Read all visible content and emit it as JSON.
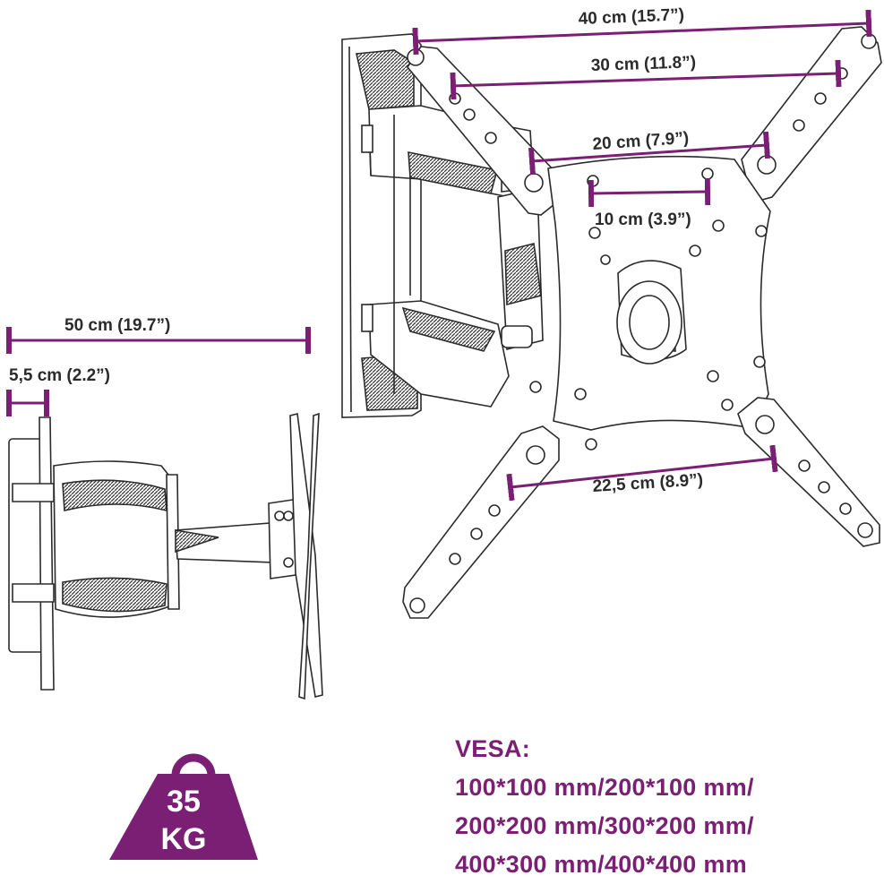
{
  "dimensions": {
    "w40": "40 cm (15.7”)",
    "w30": "30 cm (11.8”)",
    "w20": "20 cm (7.9”)",
    "w10": "10 cm (3.9”)",
    "w22": "22,5 cm (8.9”)",
    "ext50": "50 cm (19.7”)",
    "min55": "5,5 cm (2.2”)"
  },
  "weight": {
    "line1": "35",
    "line2": "KG"
  },
  "vesa": {
    "heading": "VESA:",
    "lines": [
      "100*100 mm/200*100 mm/",
      "200*200 mm/300*200 mm/",
      "400*300 mm/400*400 mm"
    ]
  },
  "colors": {
    "accent": "#7b1f75",
    "line": "#2b2b2b",
    "fill": "#ffffff"
  }
}
